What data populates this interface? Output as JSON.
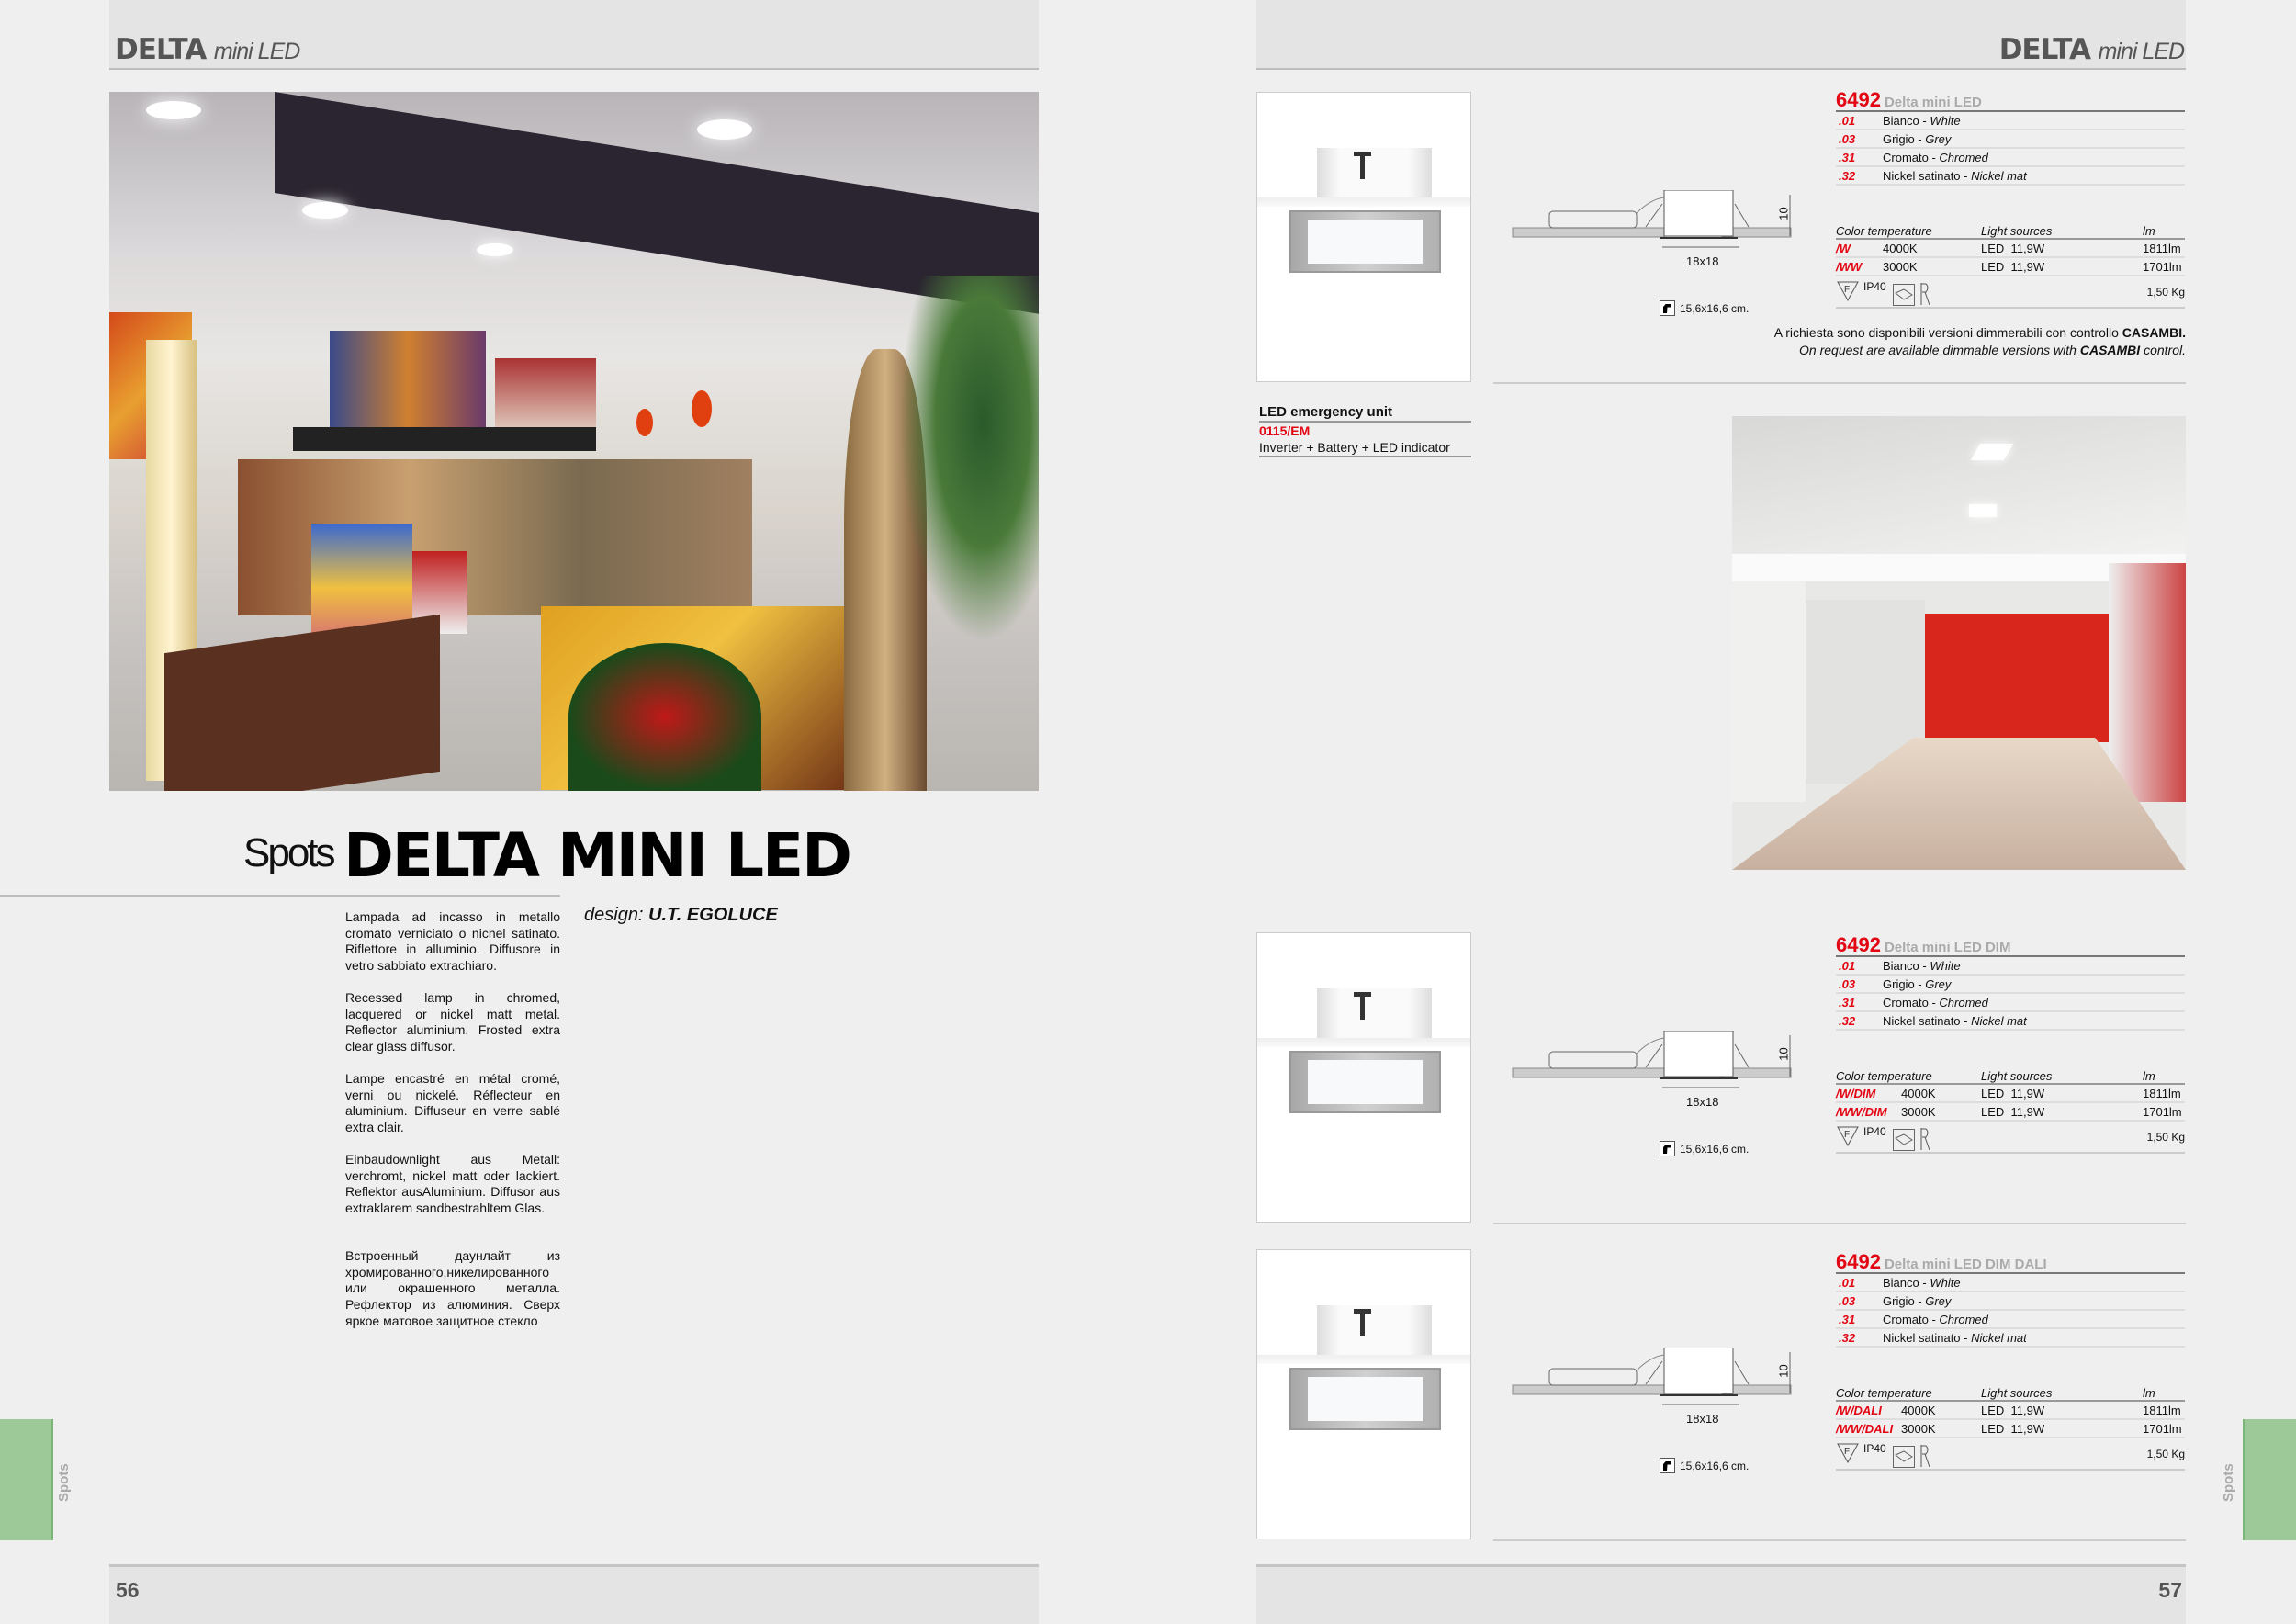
{
  "left_page": {
    "header": {
      "brand_bold": "DELTA",
      "brand_italic": "mini LED"
    },
    "title_category": "Spots",
    "title_main": "DELTA MINI LED",
    "design_label": "design:",
    "design_name": "U.T. EGOLUCE",
    "description": [
      "Lampada ad incasso in metallo cromato verniciato o nichel satinato. Riflettore in alluminio. Diffusore in vetro sabbiato extrachiaro.",
      "Recessed lamp in chromed, lacquered or nickel matt metal. Reflector aluminium. Frosted extra clear glass diffusor.",
      "Lampe encastré en métal cromé, verni ou nickelé. Réflecteur en aluminium. Diffuseur en verre sablé extra clair.",
      "Einbaudownlight aus Metall: verchromt, nickel matt oder lackiert. Reflektor ausAluminium. Diffusor aus extraklarem sandbestrahltem Glas.",
      "Встроенный даунлайт из хромированного,никелированного или окрашенного металла. Рефлектор из алюминия. Сверх яркое матовое защитное стекло"
    ],
    "side_tab": "Spots",
    "page_number": "56"
  },
  "right_page": {
    "header": {
      "brand_bold": "DELTA",
      "brand_italic": "mini LED"
    },
    "side_tab": "Spots",
    "page_number": "57",
    "note_it_pre": "A richiesta sono disponibili versioni dimmerabili con controllo ",
    "note_it_bold": "CASAMBI.",
    "note_en_pre": "On request are available dimmable versions with ",
    "note_en_bold": "CASAMBI",
    "note_en_post": " control.",
    "emergency": {
      "title": "LED emergency unit",
      "code": "0115/EM",
      "desc": "Inverter + Battery + LED indicator"
    },
    "products": [
      {
        "code": "6492",
        "name": "Delta mini LED",
        "finishes": [
          {
            "code": ".01",
            "it": "Bianco - ",
            "en": "White"
          },
          {
            "code": ".03",
            "it": "Grigio - ",
            "en": "Grey"
          },
          {
            "code": ".31",
            "it": "Cromato - ",
            "en": "Chromed"
          },
          {
            "code": ".32",
            "it": "Nickel satinato - ",
            "en": "Nickel mat"
          }
        ],
        "headers": [
          "Color temperature",
          "Light sources",
          "lm"
        ],
        "rows": [
          {
            "code": "/W",
            "temp": "4000K",
            "source": "LED  11,9W",
            "lm": "1811lm"
          },
          {
            "code": "/WW",
            "temp": "3000K",
            "source": "LED  11,9W",
            "lm": "1701lm"
          }
        ],
        "ip": "IP40",
        "weight": "1,50 Kg",
        "dim_size": "18x18",
        "dim_height": "10",
        "cutout": "15,6x16,6 cm."
      },
      {
        "code": "6492",
        "name": "Delta mini LED DIM",
        "finishes": [
          {
            "code": ".01",
            "it": "Bianco - ",
            "en": "White"
          },
          {
            "code": ".03",
            "it": "Grigio - ",
            "en": "Grey"
          },
          {
            "code": ".31",
            "it": "Cromato - ",
            "en": "Chromed"
          },
          {
            "code": ".32",
            "it": "Nickel satinato - ",
            "en": "Nickel mat"
          }
        ],
        "headers": [
          "Color temperature",
          "Light sources",
          "lm"
        ],
        "rows": [
          {
            "code": "/W/DIM",
            "temp": "4000K",
            "source": "LED  11,9W",
            "lm": "1811lm"
          },
          {
            "code": "/WW/DIM",
            "temp": "3000K",
            "source": "LED  11,9W",
            "lm": "1701lm"
          }
        ],
        "ip": "IP40",
        "weight": "1,50 Kg",
        "dim_size": "18x18",
        "dim_height": "10",
        "cutout": "15,6x16,6 cm."
      },
      {
        "code": "6492",
        "name": "Delta mini LED DIM DALI",
        "finishes": [
          {
            "code": ".01",
            "it": "Bianco - ",
            "en": "White"
          },
          {
            "code": ".03",
            "it": "Grigio - ",
            "en": "Grey"
          },
          {
            "code": ".31",
            "it": "Cromato - ",
            "en": "Chromed"
          },
          {
            "code": ".32",
            "it": "Nickel satinato - ",
            "en": "Nickel mat"
          }
        ],
        "headers": [
          "Color temperature",
          "Light sources",
          "lm"
        ],
        "rows": [
          {
            "code": "/W/DALI",
            "temp": "4000K",
            "source": "LED  11,9W",
            "lm": "1811lm"
          },
          {
            "code": "/WW/DALI",
            "temp": "3000K",
            "source": "LED  11,9W",
            "lm": "1701lm"
          }
        ],
        "ip": "IP40",
        "weight": "1,50 Kg",
        "dim_size": "18x18",
        "dim_height": "10",
        "cutout": "15,6x16,6 cm."
      }
    ]
  },
  "colors": {
    "accent_red": "#e30613",
    "tab_green": "#9dc999",
    "header_gray": "#e4e4e4"
  }
}
